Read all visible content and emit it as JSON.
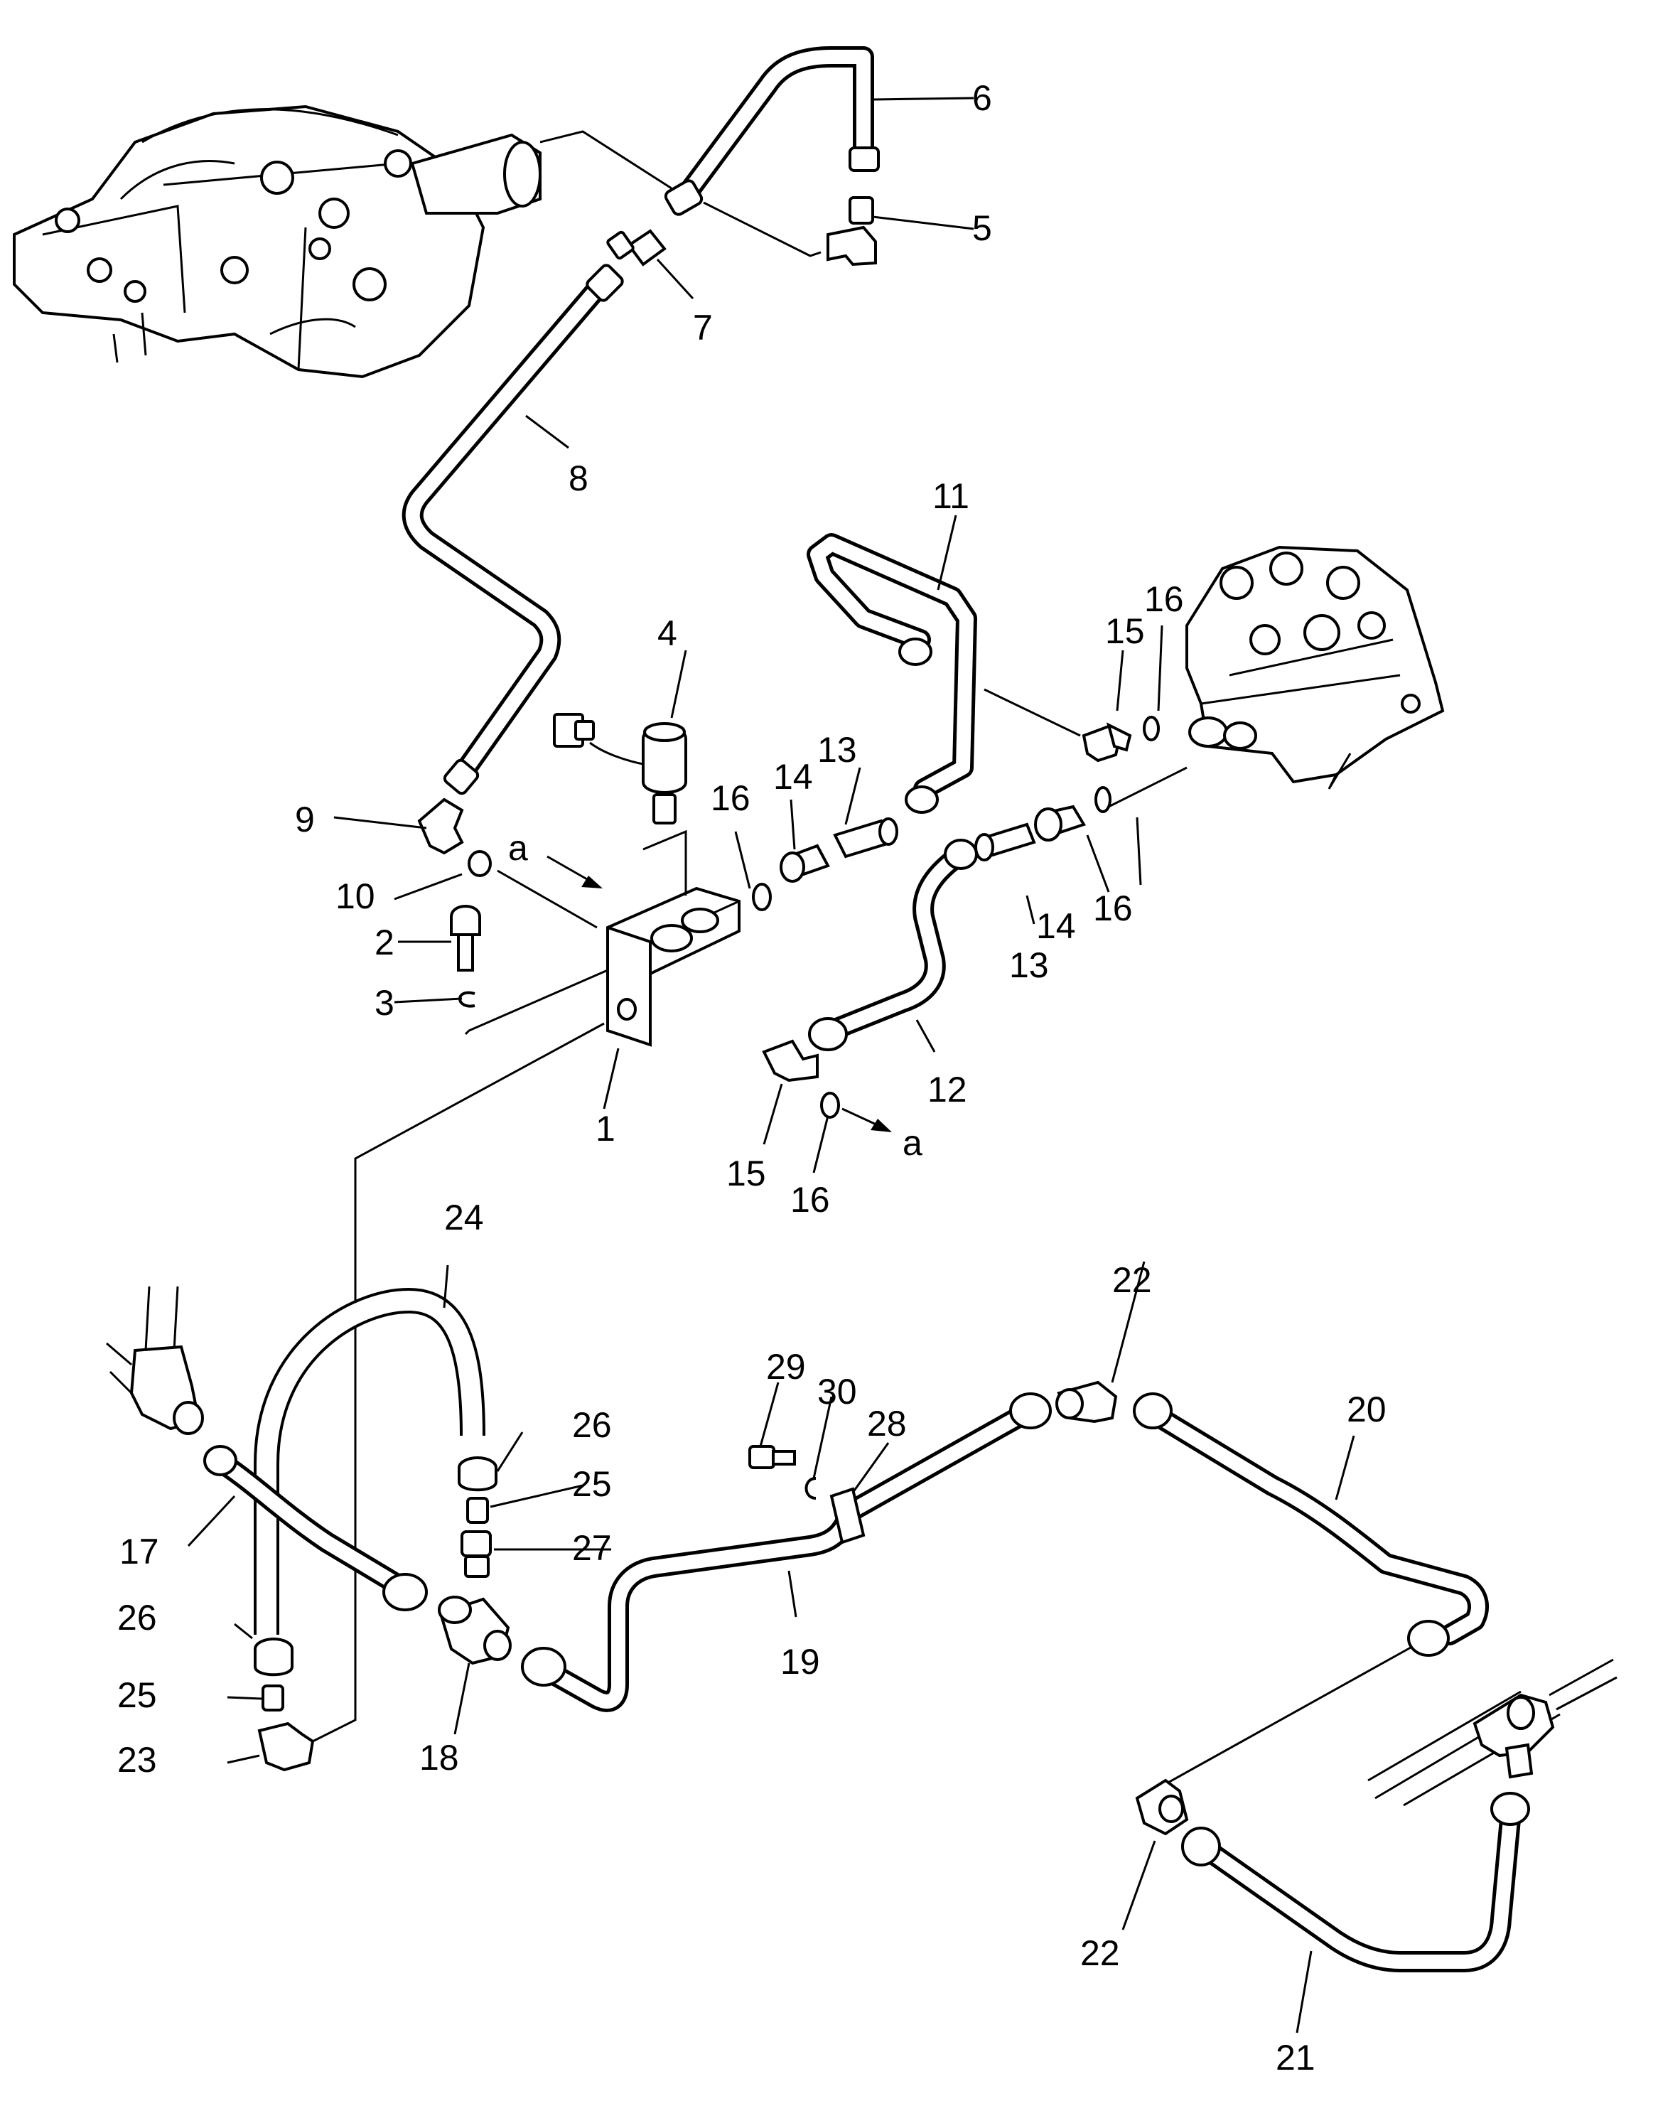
{
  "diagram": {
    "labels": {
      "p1": "1",
      "p2": "2",
      "p3": "3",
      "p4": "4",
      "p5": "5",
      "p6": "6",
      "p7": "7",
      "p8": "8",
      "p9": "9",
      "p10": "10",
      "p11": "11",
      "p12": "12",
      "p13a": "13",
      "p13b": "13",
      "p14a": "14",
      "p14b": "14",
      "p15a": "15",
      "p15b": "15",
      "p16a": "16",
      "p16b": "16",
      "p16c": "16",
      "p16d": "16",
      "p17": "17",
      "p18": "18",
      "p19": "19",
      "p20": "20",
      "p21": "21",
      "p22a": "22",
      "p22b": "22",
      "p23": "23",
      "p24": "24",
      "p25a": "25",
      "p25b": "25",
      "p26a": "26",
      "p26b": "26",
      "p27": "27",
      "p28": "28",
      "p29": "29",
      "p30": "30"
    },
    "view_marks": {
      "a1": "a",
      "a2": "a"
    }
  }
}
